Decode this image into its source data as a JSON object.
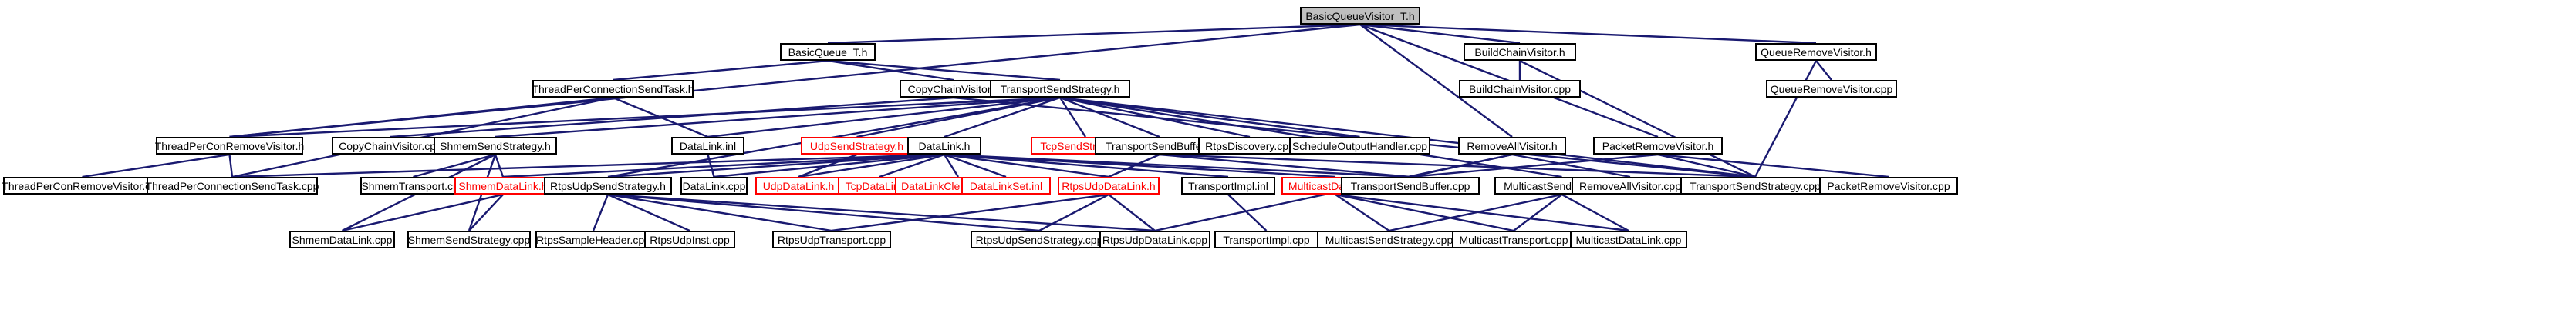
{
  "graph": {
    "root": "BasicQueueVisitor_T.h",
    "colors": {
      "edge": "#191970",
      "node_border": "#000000",
      "missing_border": "#ff0000",
      "root_fill": "#bfbfbf"
    },
    "nodes": {
      "root": "BasicQueueVisitor_T.h",
      "basicqueue": "BasicQueue_T.h",
      "buildchain_h": "BuildChainVisitor.h",
      "queueremove_h": "QueueRemoveVisitor.h",
      "tpcsendtask_h": "ThreadPerConnectionSendTask.h",
      "copychain_h": "CopyChainVisitor.h",
      "transportsendstrategy_h": "TransportSendStrategy.h",
      "buildchain_cpp": "BuildChainVisitor.cpp",
      "queueremove_cpp": "QueueRemoveVisitor.cpp",
      "tpcremove_h": "ThreadPerConRemoveVisitor.h",
      "copychain_cpp": "CopyChainVisitor.cpp",
      "shmemsendstrategy_h": "ShmemSendStrategy.h",
      "datalink_inl": "DataLink.inl",
      "udpsendstrategy_h": "UdpSendStrategy.h",
      "datalink_h": "DataLink.h",
      "tcpsendstrategy_h": "TcpSendStrategy.h",
      "transportsendbuffer_h": "TransportSendBuffer.h",
      "rtpsdiscovery_cpp": "RtpsDiscovery.cpp",
      "scheduleoutput_cpp": "ScheduleOutputHandler.cpp",
      "removeall_h": "RemoveAllVisitor.h",
      "packetremove_h": "PacketRemoveVisitor.h",
      "tpcremove_cpp": "ThreadPerConRemoveVisitor.cpp",
      "tpcsendtask_cpp": "ThreadPerConnectionSendTask.cpp",
      "shmemtransport_cpp": "ShmemTransport.cpp",
      "shmemdatalink_h": "ShmemDataLink.h",
      "rtpsudpsendstrategy_h": "RtpsUdpSendStrategy.h",
      "datalink_cpp": "DataLink.cpp",
      "udpdatalink_h": "UdpDataLink.h",
      "tcpdatalink_h": "TcpDataLink.h",
      "datalinkcleanup_h": "DataLinkCleanupTask.h",
      "datalinkset_inl": "DataLinkSet.inl",
      "rtpsudpdatalink_h": "RtpsUdpDataLink.h",
      "transportimpl_inl": "TransportImpl.inl",
      "multicastdatalink_h": "MulticastDataLink.h",
      "transportsendbuffer_cpp": "TransportSendBuffer.cpp",
      "multicastsendstrategy_h": "MulticastSendStrategy.h",
      "removeall_cpp": "RemoveAllVisitor.cpp",
      "transportsendstrategy_cpp": "TransportSendStrategy.cpp",
      "packetremove_cpp": "PacketRemoveVisitor.cpp",
      "shmemdatalink_cpp": "ShmemDataLink.cpp",
      "shmemsendstrategy_cpp": "ShmemSendStrategy.cpp",
      "rtpssampleheader_cpp": "RtpsSampleHeader.cpp",
      "rtpsudpinst_cpp": "RtpsUdpInst.cpp",
      "rtpsudptransport_cpp": "RtpsUdpTransport.cpp",
      "rtpsudpsendstrategy_cpp": "RtpsUdpSendStrategy.cpp",
      "rtpsudpdatalink_cpp": "RtpsUdpDataLink.cpp",
      "transportimpl_cpp": "TransportImpl.cpp",
      "multicastsendstrategy_cpp": "MulticastSendStrategy.cpp",
      "multicasttransport_cpp": "MulticastTransport.cpp",
      "multicastdatalink_cpp": "MulticastDataLink.cpp"
    },
    "missing": [
      "udpsendstrategy_h",
      "tcpsendstrategy_h",
      "shmemdatalink_h",
      "udpdatalink_h",
      "tcpdatalink_h",
      "datalinkcleanup_h",
      "datalinkset_inl",
      "rtpsudpdatalink_h",
      "multicastdatalink_h"
    ],
    "edges": [
      [
        "root",
        "basicqueue"
      ],
      [
        "root",
        "buildchain_h"
      ],
      [
        "root",
        "queueremove_h"
      ],
      [
        "root",
        "removeall_h"
      ],
      [
        "root",
        "packetremove_h"
      ],
      [
        "root",
        "tpcremove_h"
      ],
      [
        "basicqueue",
        "tpcsendtask_h"
      ],
      [
        "basicqueue",
        "copychain_h"
      ],
      [
        "basicqueue",
        "transportsendstrategy_h"
      ],
      [
        "buildchain_h",
        "buildchain_cpp"
      ],
      [
        "buildchain_h",
        "transportsendstrategy_cpp"
      ],
      [
        "queueremove_h",
        "queueremove_cpp"
      ],
      [
        "queueremove_h",
        "transportsendstrategy_cpp"
      ],
      [
        "tpcsendtask_h",
        "tpcremove_h"
      ],
      [
        "tpcsendtask_h",
        "tpcsendtask_cpp"
      ],
      [
        "tpcsendtask_h",
        "datalink_inl"
      ],
      [
        "copychain_h",
        "copychain_cpp"
      ],
      [
        "copychain_h",
        "transportsendstrategy_cpp"
      ],
      [
        "transportsendstrategy_h",
        "tpcremove_h"
      ],
      [
        "transportsendstrategy_h",
        "shmemsendstrategy_h"
      ],
      [
        "transportsendstrategy_h",
        "datalink_inl"
      ],
      [
        "transportsendstrategy_h",
        "udpsendstrategy_h"
      ],
      [
        "transportsendstrategy_h",
        "datalink_h"
      ],
      [
        "transportsendstrategy_h",
        "tcpsendstrategy_h"
      ],
      [
        "transportsendstrategy_h",
        "transportsendbuffer_h"
      ],
      [
        "transportsendstrategy_h",
        "rtpsdiscovery_cpp"
      ],
      [
        "transportsendstrategy_h",
        "scheduleoutput_cpp"
      ],
      [
        "transportsendstrategy_h",
        "multicastsendstrategy_h"
      ],
      [
        "transportsendstrategy_h",
        "transportsendstrategy_cpp"
      ],
      [
        "transportsendstrategy_h",
        "rtpsudpsendstrategy_h"
      ],
      [
        "tpcremove_h",
        "tpcremove_cpp"
      ],
      [
        "tpcremove_h",
        "tpcsendtask_cpp"
      ],
      [
        "shmemsendstrategy_h",
        "shmemtransport_cpp"
      ],
      [
        "shmemsendstrategy_h",
        "shmemdatalink_h"
      ],
      [
        "shmemsendstrategy_h",
        "shmemdatalink_cpp"
      ],
      [
        "shmemsendstrategy_h",
        "shmemsendstrategy_cpp"
      ],
      [
        "datalink_inl",
        "datalink_cpp"
      ],
      [
        "udpsendstrategy_h",
        "udpdatalink_h"
      ],
      [
        "datalink_h",
        "tpcsendtask_cpp"
      ],
      [
        "datalink_h",
        "shmemdatalink_h"
      ],
      [
        "datalink_h",
        "rtpsudpsendstrategy_h"
      ],
      [
        "datalink_h",
        "datalink_cpp"
      ],
      [
        "datalink_h",
        "udpdatalink_h"
      ],
      [
        "datalink_h",
        "tcpdatalink_h"
      ],
      [
        "datalink_h",
        "datalinkcleanup_h"
      ],
      [
        "datalink_h",
        "datalinkset_inl"
      ],
      [
        "datalink_h",
        "rtpsudpdatalink_h"
      ],
      [
        "datalink_h",
        "transportimpl_inl"
      ],
      [
        "datalink_h",
        "multicastdatalink_h"
      ],
      [
        "datalink_h",
        "transportsendbuffer_cpp"
      ],
      [
        "transportsendbuffer_h",
        "rtpsudpdatalink_h"
      ],
      [
        "transportsendbuffer_h",
        "transportsendbuffer_cpp"
      ],
      [
        "transportsendbuffer_h",
        "transportsendstrategy_cpp"
      ],
      [
        "removeall_h",
        "removeall_cpp"
      ],
      [
        "removeall_h",
        "transportsendbuffer_cpp"
      ],
      [
        "removeall_h",
        "rtpsudpdatalink_cpp"
      ],
      [
        "packetremove_h",
        "packetremove_cpp"
      ],
      [
        "packetremove_h",
        "transportsendstrategy_cpp"
      ],
      [
        "packetremove_h",
        "transportsendbuffer_cpp"
      ],
      [
        "shmemdatalink_h",
        "shmemdatalink_cpp"
      ],
      [
        "shmemdatalink_h",
        "shmemsendstrategy_cpp"
      ],
      [
        "rtpsudpsendstrategy_h",
        "rtpssampleheader_cpp"
      ],
      [
        "rtpsudpsendstrategy_h",
        "rtpsudpinst_cpp"
      ],
      [
        "rtpsudpsendstrategy_h",
        "rtpsudptransport_cpp"
      ],
      [
        "rtpsudpsendstrategy_h",
        "rtpsudpsendstrategy_cpp"
      ],
      [
        "rtpsudpsendstrategy_h",
        "rtpsudpdatalink_cpp"
      ],
      [
        "rtpsudpdatalink_h",
        "rtpsudptransport_cpp"
      ],
      [
        "rtpsudpdatalink_h",
        "rtpsudpsendstrategy_cpp"
      ],
      [
        "rtpsudpdatalink_h",
        "rtpsudpdatalink_cpp"
      ],
      [
        "transportimpl_inl",
        "transportimpl_cpp"
      ],
      [
        "multicastdatalink_h",
        "multicastsendstrategy_cpp"
      ],
      [
        "multicastdatalink_h",
        "multicasttransport_cpp"
      ],
      [
        "multicastdatalink_h",
        "multicastdatalink_cpp"
      ],
      [
        "multicastsendstrategy_h",
        "multicastsendstrategy_cpp"
      ],
      [
        "multicastsendstrategy_h",
        "multicasttransport_cpp"
      ],
      [
        "multicastsendstrategy_h",
        "multicastdatalink_cpp"
      ]
    ]
  }
}
